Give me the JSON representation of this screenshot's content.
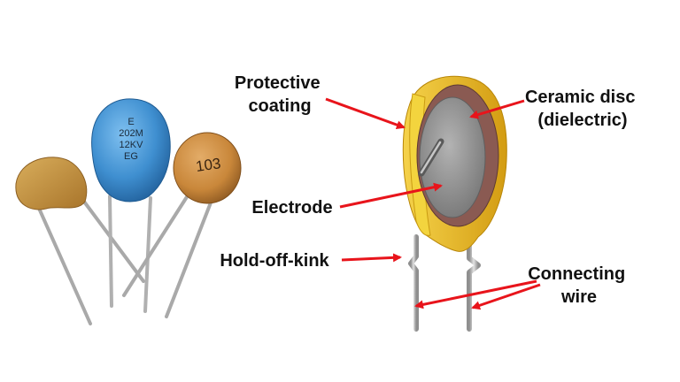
{
  "labels": {
    "protective_coating": [
      "Protective",
      "coating"
    ],
    "ceramic_disc": [
      "Ceramic disc",
      "(dielectric)"
    ],
    "electrode": "Electrode",
    "hold_off_kink": "Hold-off-kink",
    "connecting_wire": [
      "Connecting",
      "wire"
    ]
  },
  "component_markings": {
    "blue_capacitor": [
      "E",
      "202M",
      "12KV",
      "EG"
    ],
    "orange_capacitor": "103"
  },
  "colors": {
    "arrow": "#e8141b",
    "label_text": "#111111",
    "blue_body": "#3f8fd0",
    "orange_body": "#c9873a",
    "tan_body": "#c9973f",
    "yellow_coating": "#e8b820",
    "dielectric": "#8a5a52",
    "electrode": "#8d8d8d",
    "lead_wire": "#b9b9b9"
  }
}
